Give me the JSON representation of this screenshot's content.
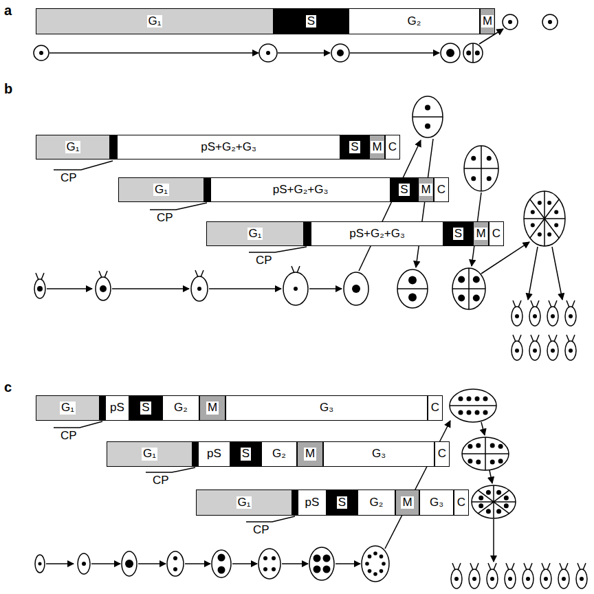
{
  "diagram": {
    "nodes": [
      {
        "text": [
          "G₁"
        ]
      },
      {
        "text": [
          "S"
        ]
      },
      {
        "text": [
          "G₂"
        ]
      },
      {
        "text": [
          "M"
        ]
      },
      {
        "text": [
          "G₁"
        ]
      },
      {
        "text": [
          "pS+G₂+G₃"
        ]
      },
      {
        "text": [
          "S"
        ]
      },
      {
        "text": [
          "M"
        ]
      },
      {
        "text": [
          "C"
        ]
      },
      {
        "text": [
          "G₁"
        ]
      },
      {
        "text": [
          "pS+G₂+G₃"
        ]
      },
      {
        "text": [
          "S"
        ]
      },
      {
        "text": [
          "M"
        ]
      },
      {
        "text": [
          "C"
        ]
      },
      {
        "text": [
          "G₁"
        ]
      },
      {
        "text": [
          "pS+G₂+G₃"
        ]
      },
      {
        "text": [
          "S"
        ]
      },
      {
        "text": [
          "M"
        ]
      },
      {
        "text": [
          "C"
        ]
      },
      {
        "text": [
          "G₁"
        ]
      },
      {
        "text": [
          "pS"
        ]
      },
      {
        "text": [
          "S"
        ]
      },
      {
        "text": [
          "G₂"
        ]
      },
      {
        "text": [
          "M"
        ]
      },
      {
        "text": [
          "G₃"
        ]
      },
      {
        "text": [
          "C"
        ]
      },
      {
        "text": [
          "G₁"
        ]
      },
      {
        "text": [
          "pS"
        ]
      },
      {
        "text": [
          "S"
        ]
      },
      {
        "text": [
          "G₂"
        ]
      },
      {
        "text": [
          "M"
        ]
      },
      {
        "text": [
          "G₃"
        ]
      },
      {
        "text": [
          "C"
        ]
      },
      {
        "text": [
          "G₁"
        ]
      },
      {
        "text": [
          "pS"
        ]
      },
      {
        "text": [
          "S"
        ]
      },
      {
        "text": [
          "G₂"
        ]
      },
      {
        "text": [
          "M"
        ]
      },
      {
        "text": [
          "G₃"
        ]
      },
      {
        "text": [
          "C"
        ]
      }
    ],
    "labels": [
      "a",
      "b",
      "CP",
      "CP",
      "CP",
      "c",
      "CP",
      "CP",
      "CP"
    ]
  }
}
